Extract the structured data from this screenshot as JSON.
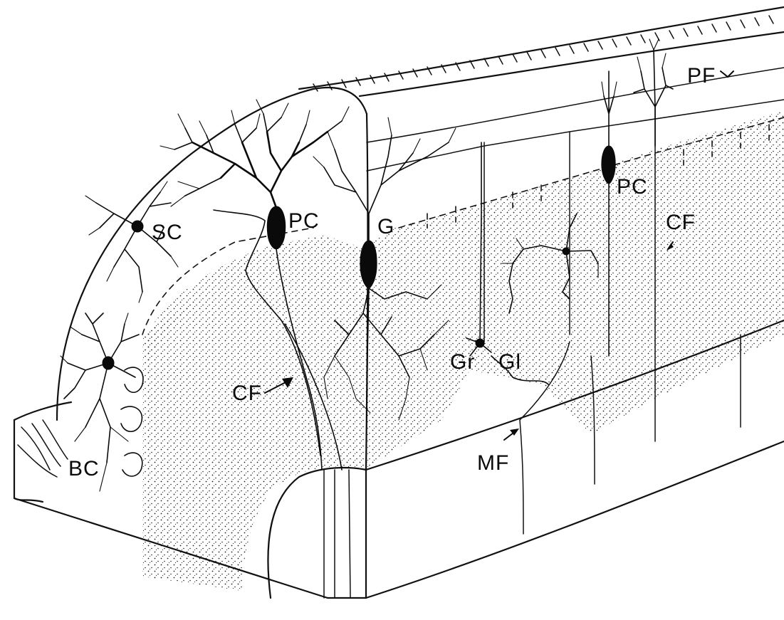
{
  "labels": {
    "sc": "SC",
    "pc_left": "PC",
    "g": "G",
    "pc_right": "PC",
    "pf": "PF",
    "cf_right": "CF",
    "cf_left": "CF",
    "gr": "Gr",
    "gl": "Gl",
    "bc": "BC",
    "mf": "MF"
  }
}
